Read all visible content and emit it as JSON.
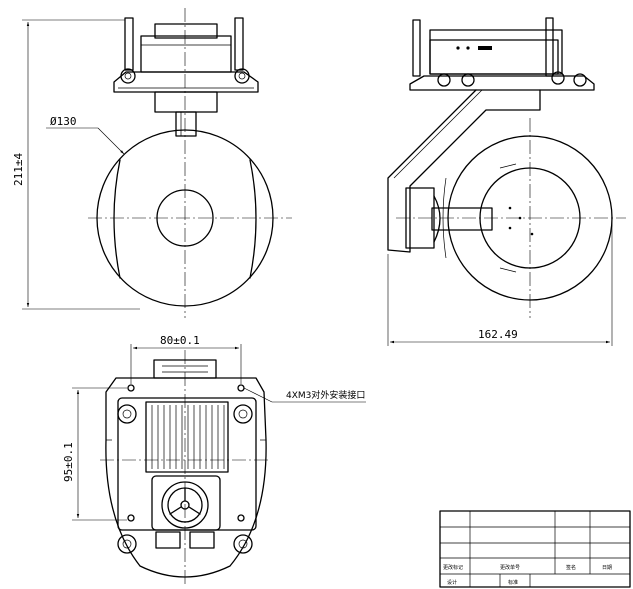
{
  "dimensions": {
    "height": "211±4",
    "diameter": "Ø130",
    "depth": "162.49",
    "width": "80±0.1",
    "vertical": "95±0.1"
  },
  "annotation": {
    "mount_interface": "4XM3对外安装接口"
  },
  "title_block": {
    "row_labels": [
      "更改标记",
      "更改单号",
      "签名",
      "日期"
    ],
    "bottom_labels": [
      "设计",
      "标准"
    ]
  }
}
